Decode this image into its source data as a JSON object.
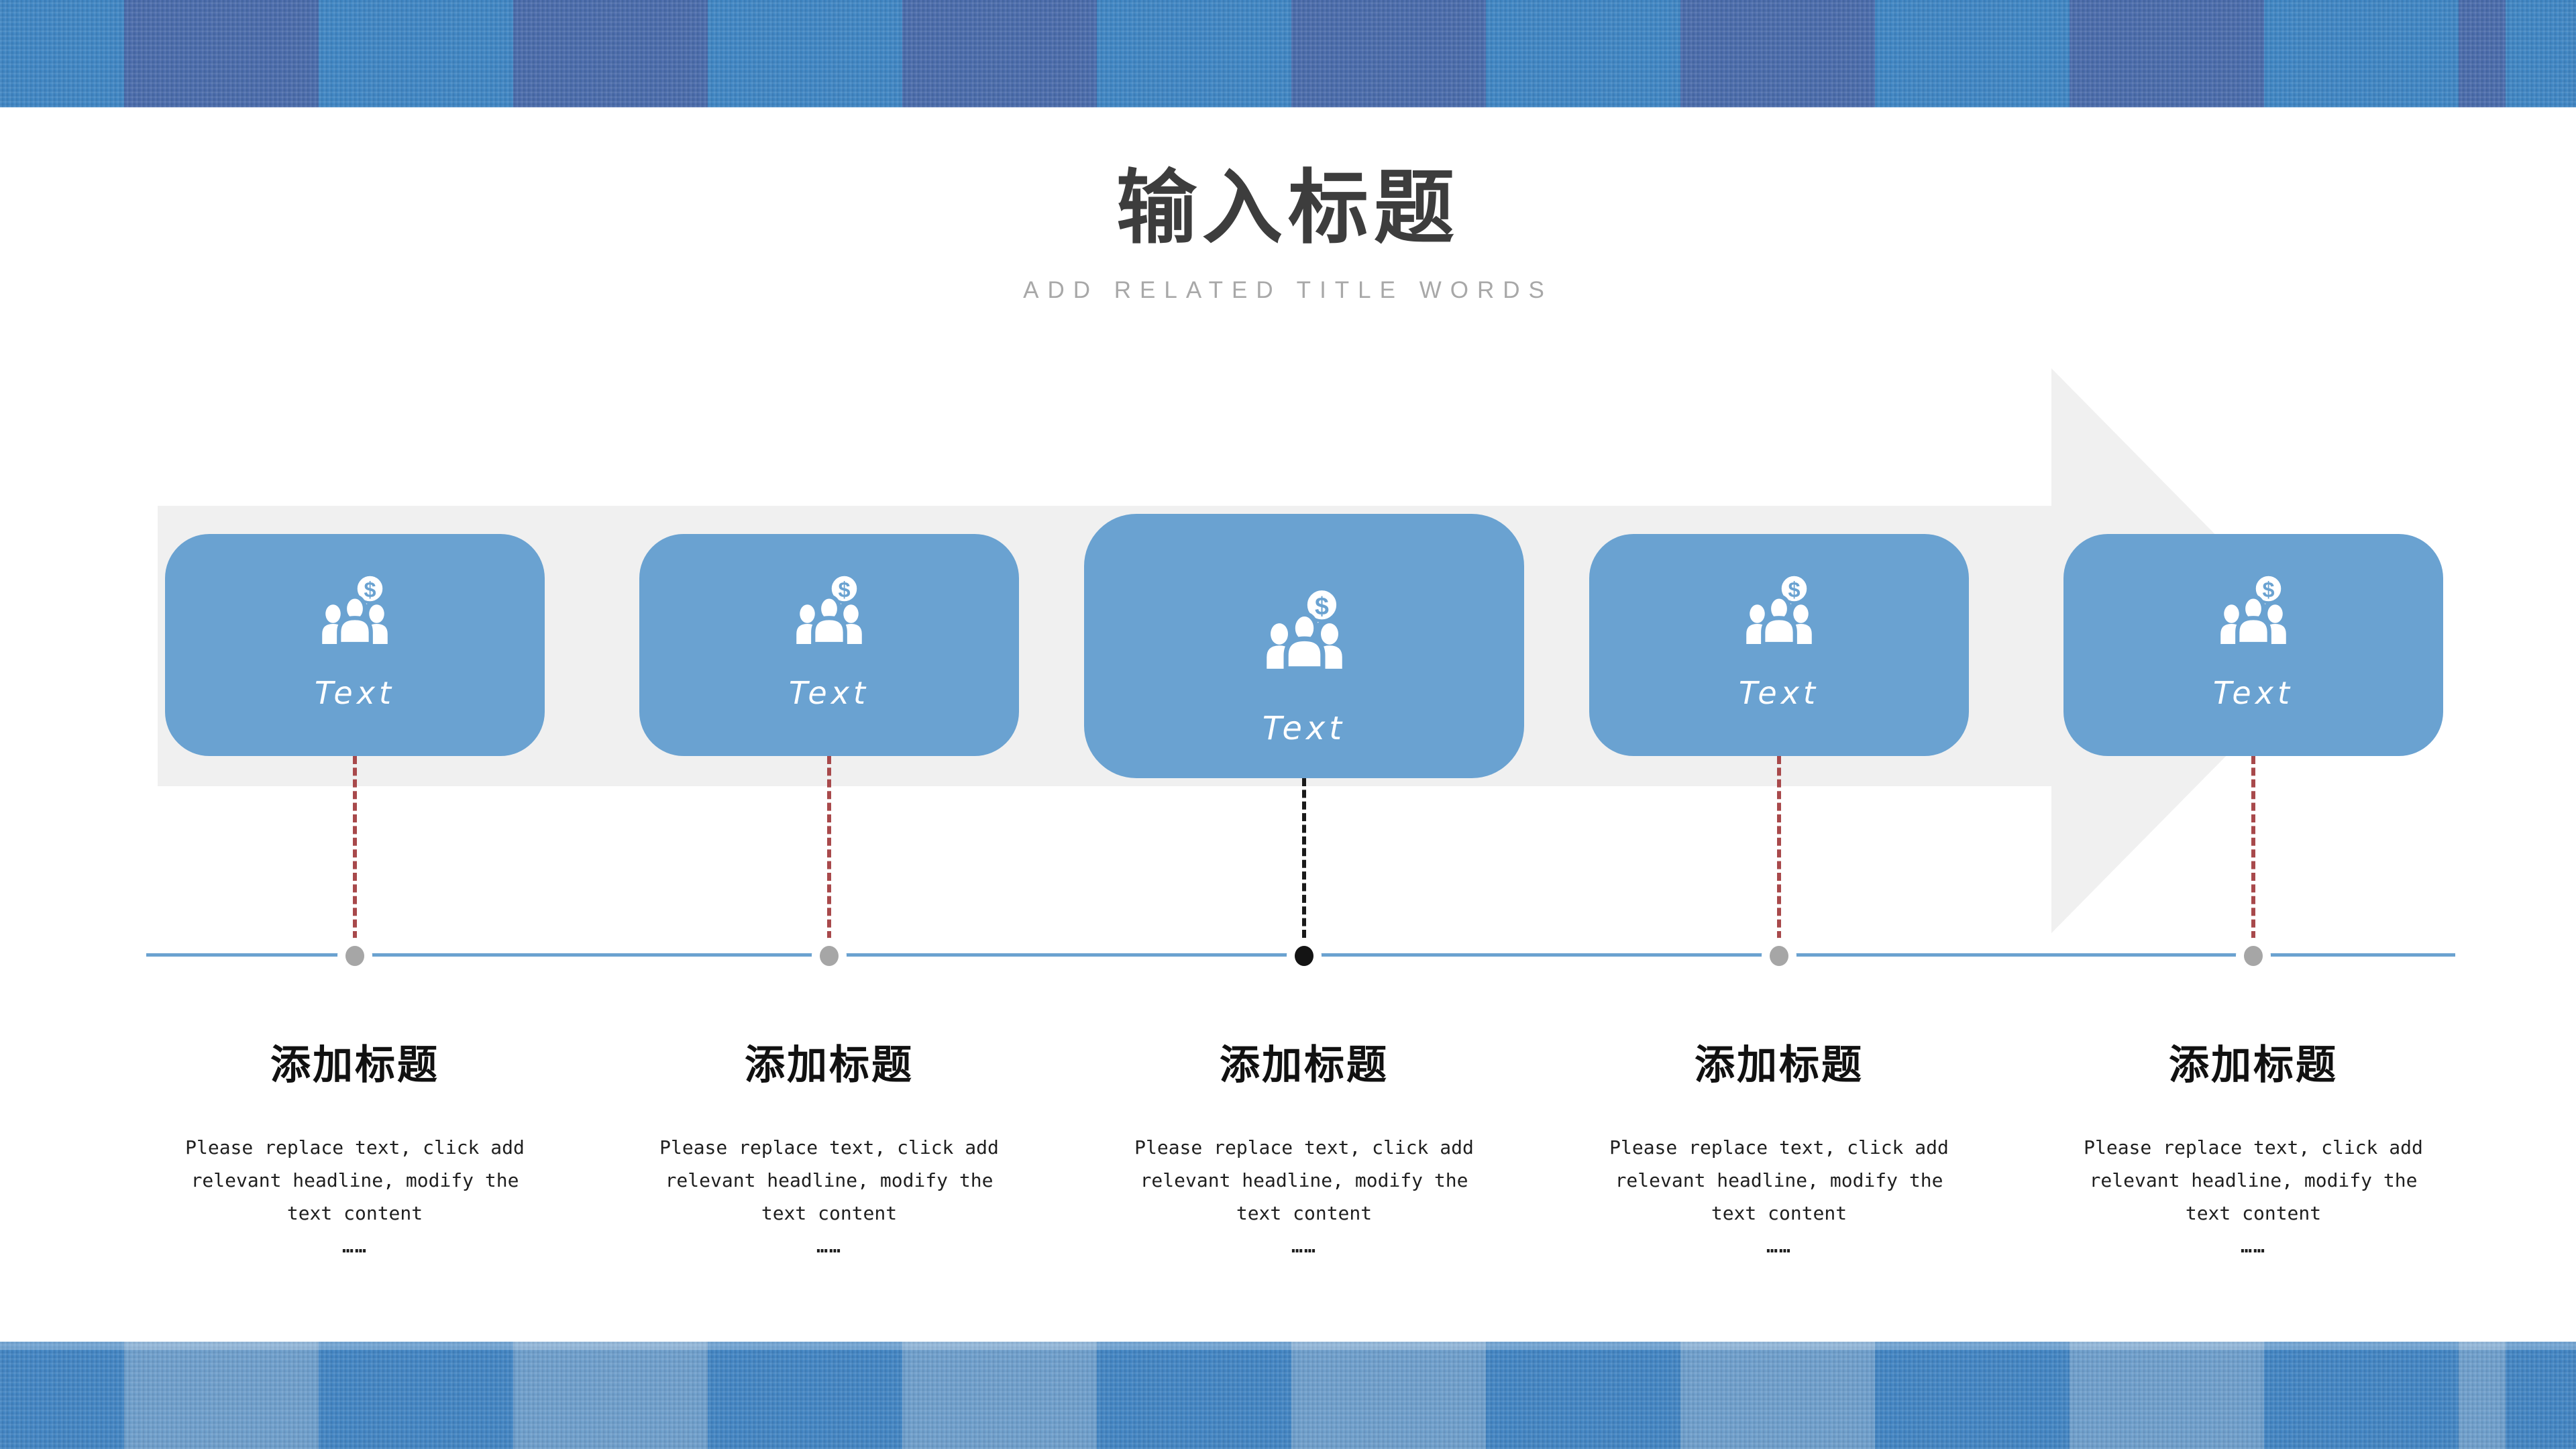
{
  "slide": {
    "title": "输入标题",
    "subtitle": "ADD RELATED TITLE WORDS"
  },
  "icons": {
    "dollar_badge": "$",
    "box_icon": "people-money-icon"
  },
  "items": [
    {
      "box_label": "Text",
      "heading": "添加标题",
      "body_lines": [
        "Please replace text, click add",
        "relevant headline, modify the",
        "text content"
      ],
      "ellipsis": "……",
      "connector_color": "#a8494b",
      "dot_color": "#a6a6a6",
      "emphasized": false
    },
    {
      "box_label": "Text",
      "heading": "添加标题",
      "body_lines": [
        "Please replace text, click add",
        "relevant headline, modify the",
        "text content"
      ],
      "ellipsis": "……",
      "connector_color": "#a8494b",
      "dot_color": "#a6a6a6",
      "emphasized": false
    },
    {
      "box_label": "Text",
      "heading": "添加标题",
      "body_lines": [
        "Please replace text, click add",
        "relevant headline, modify the",
        "text content"
      ],
      "ellipsis": "……",
      "connector_color": "#1a1a1a",
      "dot_color": "#141414",
      "emphasized": true
    },
    {
      "box_label": "Text",
      "heading": "添加标题",
      "body_lines": [
        "Please replace text, click add",
        "relevant headline, modify the",
        "text content"
      ],
      "ellipsis": "……",
      "connector_color": "#a8494b",
      "dot_color": "#a6a6a6",
      "emphasized": false
    },
    {
      "box_label": "Text",
      "heading": "添加标题",
      "body_lines": [
        "Please replace text, click add",
        "relevant headline, modify the",
        "text content"
      ],
      "ellipsis": "……",
      "connector_color": "#a8494b",
      "dot_color": "#a6a6a6",
      "emphasized": false
    }
  ],
  "colors": {
    "box_blue": "#6aa2d1",
    "band_gray": "#f0f0f0",
    "timeline_blue": "#6ba2d0",
    "connector_red": "#a8494b",
    "connector_black": "#1a1a1a",
    "dot_gray": "#a6a6a6",
    "dot_black": "#141414",
    "stripe_textured_blue": "#3f86c4",
    "stripe_flat_top_blue": "#4a6bab",
    "stripe_flat_bottom_blue": "#6f9fcc",
    "title_gray": "#3d3d3d",
    "subtitle_gray": "#a8a8a8"
  }
}
